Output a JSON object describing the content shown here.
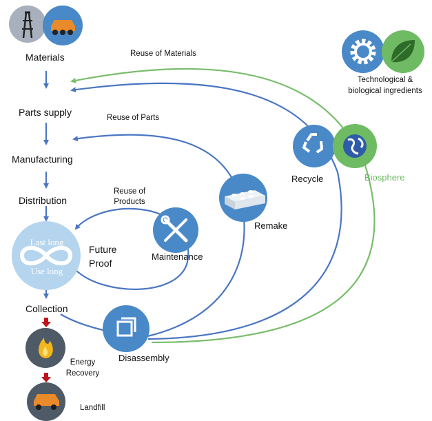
{
  "stages": {
    "materials": "Materials",
    "parts_supply": "Parts supply",
    "manufacturing": "Manufacturing",
    "distribution": "Distribution",
    "collection": "Collection",
    "energy_recovery_line1": "Energy",
    "energy_recovery_line2": "Recovery",
    "landfill": "Landfill"
  },
  "infinity": {
    "top": "Last long",
    "bottom": "Use long"
  },
  "future_proof_line1": "Future",
  "future_proof_line2": "Proof",
  "loops": {
    "maintenance": "Maintenance",
    "disassembly": "Disassembly",
    "remake": "Remake",
    "recycle": "Recycle",
    "biosphere": "Biosphere"
  },
  "flows": {
    "reuse_materials": "Reuse of Materials",
    "reuse_parts": "Reuse of Parts",
    "reuse_products_line1": "Reuse of",
    "reuse_products_line2": "Products"
  },
  "legend": {
    "line1": "Technological &",
    "line2": "biological ingredients"
  },
  "icons": [
    "oil-rig-icon",
    "mining-truck-icon",
    "gear-icon",
    "leaf-icon",
    "wrench-screwdriver-icon",
    "lego-brick-icon",
    "recycle-icon",
    "globe-icon",
    "puzzle-squares-icon",
    "fire-icon",
    "dump-truck-icon",
    "infinity-icon"
  ],
  "colors": {
    "blue_flow": "#4a76c2",
    "green_flow": "#78bd6b",
    "red_arrow": "#c0131b",
    "circle_blue": "#4a89c8",
    "circle_light": "#b5d4ee",
    "circle_green": "#6fbb63",
    "dark_circle": "#4e5a66"
  }
}
